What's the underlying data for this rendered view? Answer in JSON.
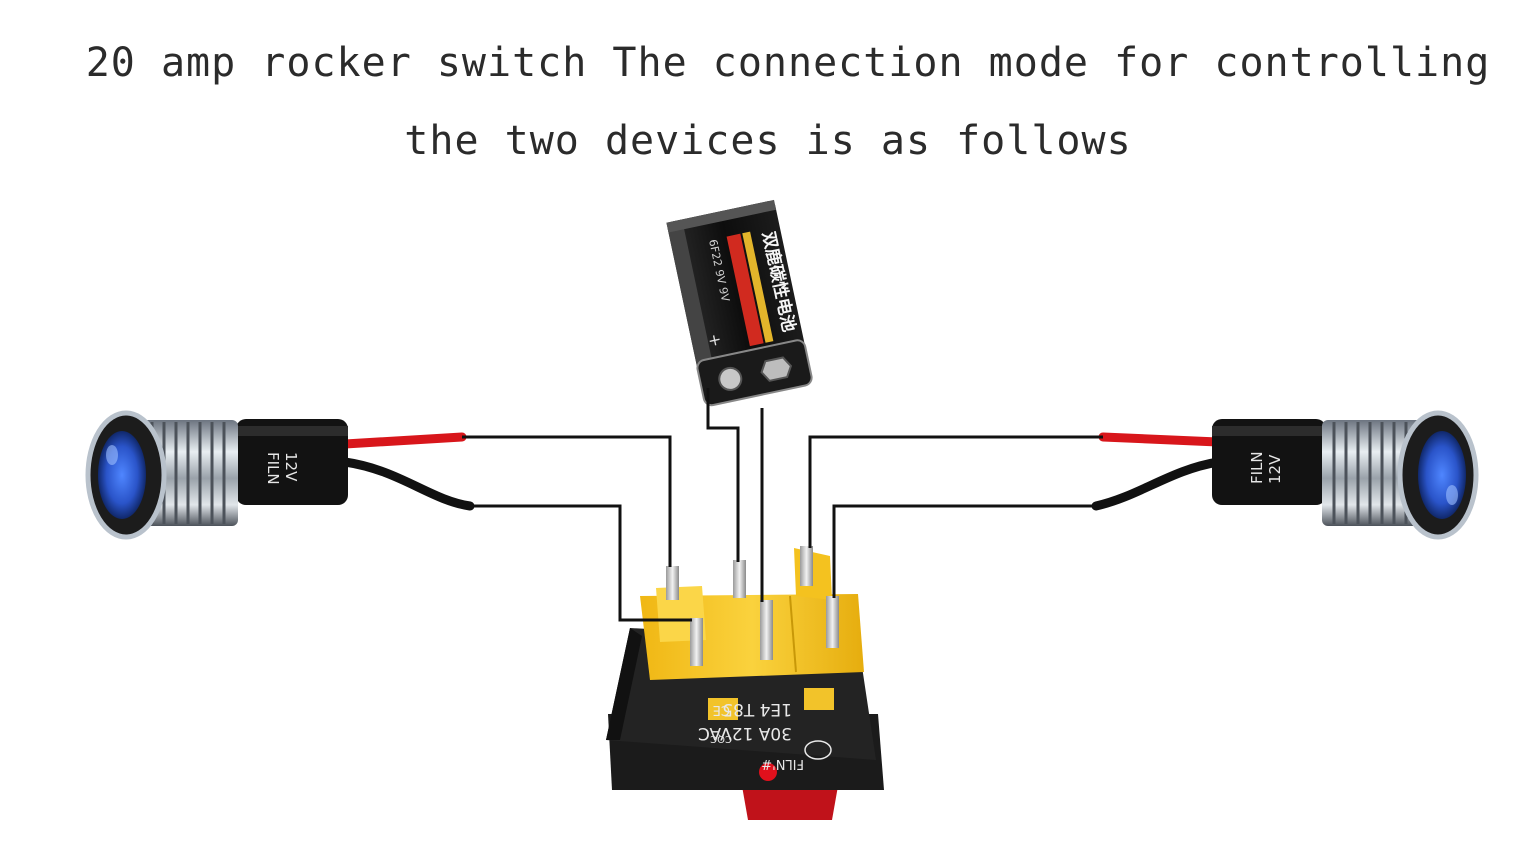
{
  "title": {
    "line1": "20 amp rocker switch The connection mode for controlling",
    "line2": "the two devices is as follows"
  },
  "battery": {
    "brand_text": "双鹿碳性电池",
    "side_text": "6F22 9V 9V",
    "plus_sign": "+"
  },
  "indicator_left": {
    "brand": "FILN",
    "voltage": "12V"
  },
  "indicator_right": {
    "brand": "FILN",
    "voltage": "12V"
  },
  "switch": {
    "rating_line1": "30A 12VAC",
    "rating_line2": "1E4 T85",
    "brand": "FILN'#",
    "cqc": "CQC",
    "ce": "CE"
  },
  "colors": {
    "wire": "#111111",
    "red_lead": "#d8161b",
    "switch_body_yellow": "#f3c11b",
    "indicator_blue": "#2a5ad8",
    "rocker_red": "#c0121a"
  }
}
